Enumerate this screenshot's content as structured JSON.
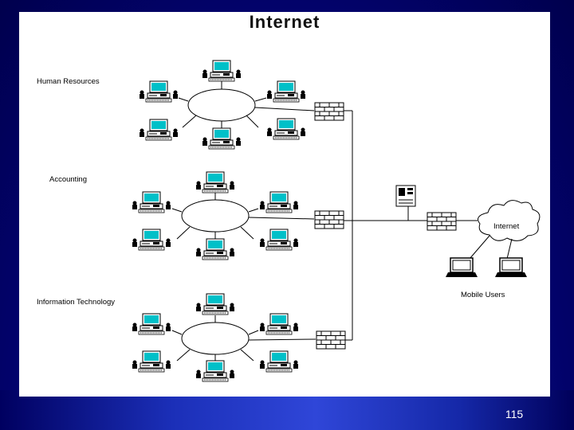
{
  "slide": {
    "title": "Internet",
    "page_number": "115"
  },
  "diagram": {
    "groups": [
      {
        "label": "Human Resources"
      },
      {
        "label": "Accounting"
      },
      {
        "label": "Information Technology"
      }
    ],
    "cloud_label": "Internet",
    "mobile_label": "Mobile Users"
  },
  "colors": {
    "slide_background": "#00007a",
    "monitor_screen": "#00c0c8",
    "line": "#000000",
    "page_number": "#ffffff"
  }
}
